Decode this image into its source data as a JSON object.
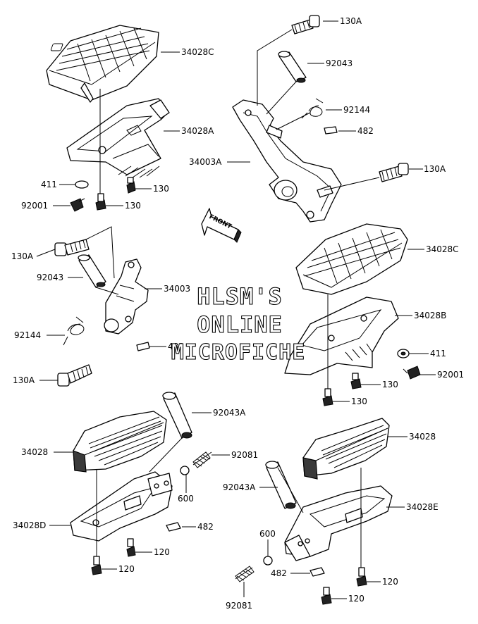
{
  "watermark": {
    "line1": "HLSM'S",
    "line2": "ONLINE",
    "line3": "MICROFICHE"
  },
  "front_arrow": {
    "text": "FRONT"
  },
  "labels": {
    "tr_130A_top": "130A",
    "tr_92043": "92043",
    "tr_92144": "92144",
    "tr_482": "482",
    "tr_34003A": "34003A",
    "tr_130A_bot": "130A",
    "tl_34028C": "34028C",
    "tl_34028A": "34028A",
    "tl_411": "411",
    "tl_130": "130",
    "tl_92001": "92001",
    "tl_130_b": "130",
    "ml_130A_top": "130A",
    "ml_92043": "92043",
    "ml_34003": "34003",
    "ml_92144": "92144",
    "ml_482": "482",
    "ml_130A_bot": "130A",
    "mr_34028C": "34028C",
    "mr_34028B": "34028B",
    "mr_411": "411",
    "mr_92001": "92001",
    "mr_130": "130",
    "mr_130_b": "130",
    "bl_92043A": "92043A",
    "bl_34028": "34028",
    "bl_92081": "92081",
    "bl_600": "600",
    "bl_482": "482",
    "bl_34028D": "34028D",
    "bl_120": "120",
    "bl_120_b": "120",
    "br_34028": "34028",
    "br_92043A": "92043A",
    "br_34028E": "34028E",
    "br_600": "600",
    "br_482": "482",
    "br_120": "120",
    "br_92081": "92081",
    "br_120_b": "120"
  }
}
